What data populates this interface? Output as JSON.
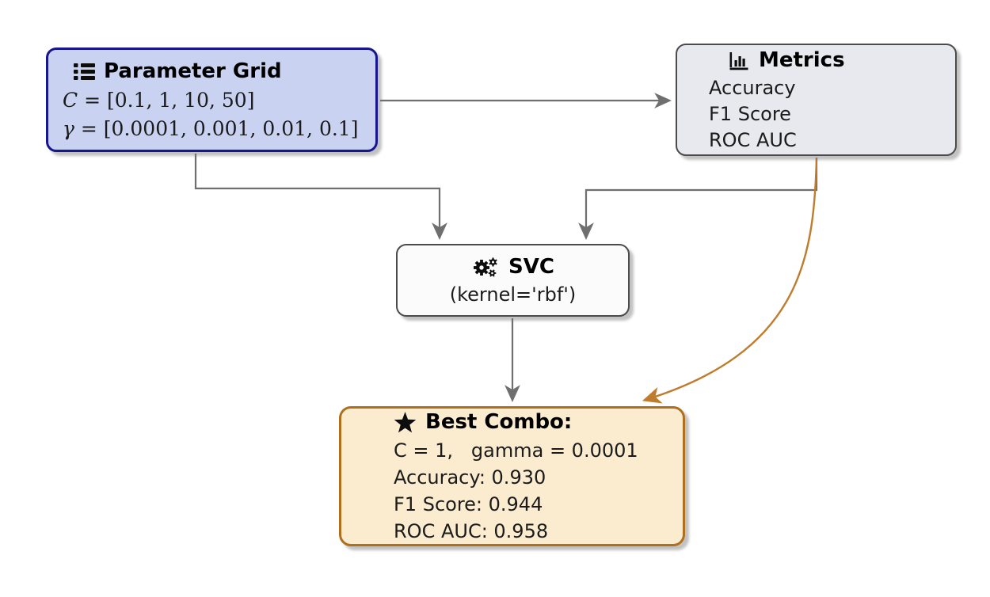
{
  "diagram_title": "SVC grid-search pipeline diagram",
  "nodes": {
    "parameter_grid": {
      "icon": "list-icon",
      "title": "Parameter Grid",
      "c_var": "C",
      "c_rest": " = [0.1, 1, 10, 50]",
      "gamma_var": "γ",
      "gamma_rest": " = [0.0001, 0.001, 0.01, 0.1]"
    },
    "metrics": {
      "icon": "bar-chart-icon",
      "title": "Metrics",
      "items": [
        "Accuracy",
        "F1 Score",
        "ROC AUC"
      ]
    },
    "svc": {
      "icon": "gears-icon",
      "title": "SVC",
      "subtitle": "(kernel='rbf')"
    },
    "best_combo": {
      "icon": "star-icon",
      "title": "Best Combo:",
      "params": "C = 1,   gamma = 0.0001",
      "results": [
        "Accuracy: 0.930",
        "F1 Score: 0.944",
        "ROC AUC: 0.958"
      ]
    }
  },
  "edges": [
    {
      "from": "parameter-grid",
      "to": "metrics",
      "style": "gray-straight-arrow"
    },
    {
      "from": "parameter-grid",
      "to": "svc",
      "style": "gray-elbow-arrow"
    },
    {
      "from": "metrics",
      "to": "svc",
      "style": "gray-elbow-arrow"
    },
    {
      "from": "svc",
      "to": "best-combo",
      "style": "gray-straight-arrow"
    },
    {
      "from": "metrics",
      "to": "best-combo",
      "style": "orange-curved-arrow"
    }
  ],
  "colors": {
    "parameter_grid_fill": "#c9d2f1",
    "parameter_grid_border": "#16168f",
    "metrics_fill": "#e8e9ef",
    "metrics_border": "#4b4b4b",
    "svc_fill": "#fbfbfb",
    "svc_border": "#4b4b4b",
    "best_combo_fill": "#fbecd0",
    "best_combo_border": "#b06f1f",
    "edge_gray": "#6f6f6f",
    "edge_orange": "#bf7c2c"
  }
}
